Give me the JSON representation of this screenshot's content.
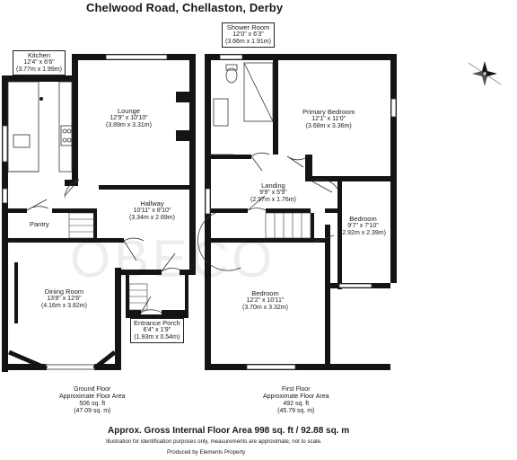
{
  "title": "Chelwood Road, Chellaston, Derby",
  "watermark": "OBECO",
  "rooms": {
    "kitchen": {
      "name": "Kitchen",
      "imperial": "12'4\" x 6'6\"",
      "metric": "(3.77m x 1.99m)"
    },
    "lounge": {
      "name": "Lounge",
      "imperial": "12'9\" x 10'10\"",
      "metric": "(3.89m x 3.31m)"
    },
    "pantry": {
      "name": "Pantry"
    },
    "hallway": {
      "name": "Hallway",
      "imperial": "10'11\" x 8'10\"",
      "metric": "(3.34m x 2.69m)"
    },
    "dining_room": {
      "name": "Dining Room",
      "imperial": "13'8\" x 12'6\"",
      "metric": "(4.16m x 3.82m)"
    },
    "entrance_porch": {
      "name": "Entrance Porch",
      "imperial": "6'4\" x 1'9\"",
      "metric": "(1.93m x 0.54m)"
    },
    "shower_room": {
      "name": "Shower Room",
      "imperial": "12'0\" x 6'3\"",
      "metric": "(3.66m x 1.91m)"
    },
    "primary_bedroom": {
      "name": "Primary Bedroom",
      "imperial": "12'1\" x 11'0\"",
      "metric": "(3.68m x 3.36m)"
    },
    "landing": {
      "name": "Landing",
      "imperial": "9'9\" x 5'9\"",
      "metric": "(2.97m x 1.76m)"
    },
    "bedroom_2": {
      "name": "Bedroom",
      "imperial": "9'7\" x 7'10\"",
      "metric": "(2.92m x 2.39m)"
    },
    "bedroom_1": {
      "name": "Bedroom",
      "imperial": "12'2\" x 10'11\"",
      "metric": "(3.70m x 3.32m)"
    }
  },
  "ground_floor": {
    "line1": "Ground Floor",
    "line2": "Approximate Floor Area",
    "line3": "506 sq. ft",
    "line4": "(47.09 sq. m)"
  },
  "first_floor": {
    "line1": "First Floor",
    "line2": "Approximate Floor Area",
    "line3": "492 sq. ft",
    "line4": "(45.79 sq. m)"
  },
  "gross_area": "Approx. Gross Internal Floor Area 998 sq. ft / 92.88 sq. m",
  "disclaimer": "Illustration for identification purposes only, measurements are approximate, not to scale.",
  "produced_by": "Produced by Elements Property",
  "compass_icon": "compass-rose-icon",
  "colors": {
    "wall": "#141414",
    "line": "#333333"
  }
}
